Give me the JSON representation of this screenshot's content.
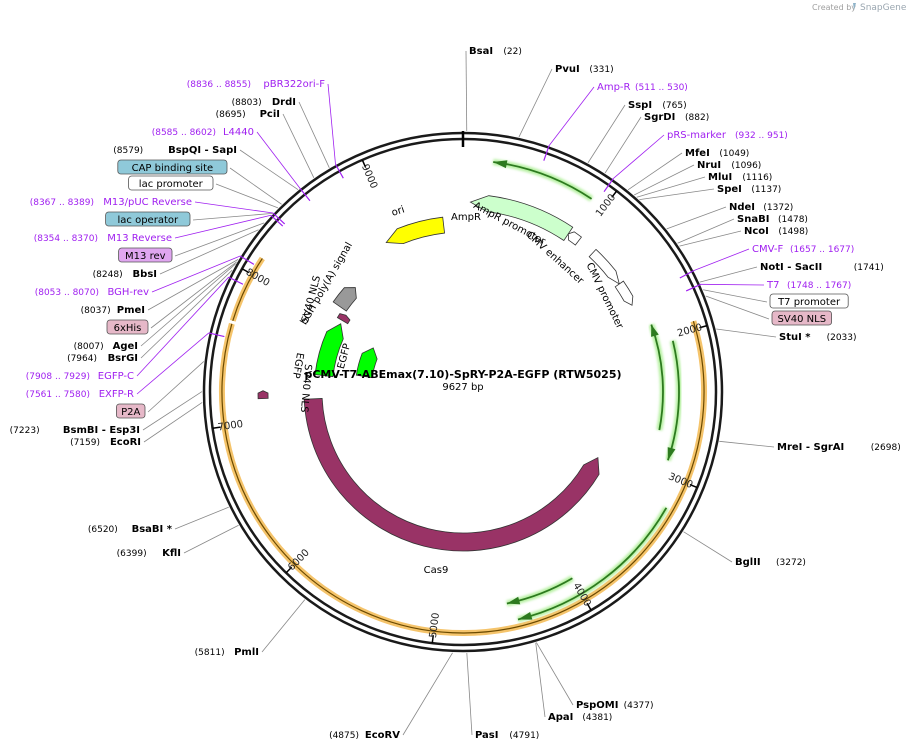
{
  "credit": {
    "text": "Created by",
    "brand": "SnapGene"
  },
  "plasmid": {
    "name": "pCMV-T7-ABEmax(7.10)-SpRY-P2A-EGFP (RTW5025)",
    "length_text": "9627 bp",
    "length": 9627
  },
  "ticks": [
    "1000",
    "2000",
    "3000",
    "4000",
    "5000",
    "6000",
    "7000",
    "8000",
    "9000"
  ],
  "features": [
    {
      "label": "ori",
      "color": "#ffff00"
    },
    {
      "label": "AmpR",
      "color": "#ccffcc"
    },
    {
      "label": "AmpR promoter",
      "color": "#ffffff"
    },
    {
      "label": "CMV enhancer",
      "color": "#ffffff"
    },
    {
      "label": "CMV promoter",
      "color": "#ffffff"
    },
    {
      "label": "Cas9",
      "color": "#993366"
    },
    {
      "label": "EGFP",
      "color": "#00ff00"
    },
    {
      "label": "EGFP",
      "color": "#00ff00"
    },
    {
      "label": "SV40 NLS",
      "color": "#993366"
    },
    {
      "label": "SV40 NLS",
      "color": "#993366"
    },
    {
      "label": "bGH poly(A) signal",
      "color": "#999999"
    }
  ],
  "labels": [
    {
      "kind": "site",
      "name": "BsaI",
      "pos": "(22)"
    },
    {
      "kind": "site",
      "name": "PvuI",
      "pos": "(331)"
    },
    {
      "kind": "primer",
      "name": "Amp-R",
      "pos": "(511 .. 530)"
    },
    {
      "kind": "site",
      "name": "SspI",
      "pos": "(765)"
    },
    {
      "kind": "site",
      "name": "SgrDI",
      "pos": "(882)"
    },
    {
      "kind": "primer",
      "name": "pRS-marker",
      "pos": "(932 .. 951)"
    },
    {
      "kind": "site",
      "name": "MfeI",
      "pos": "(1049)"
    },
    {
      "kind": "site",
      "name": "NruI",
      "pos": "(1096)"
    },
    {
      "kind": "site",
      "name": "MluI",
      "pos": "(1116)"
    },
    {
      "kind": "site",
      "name": "SpeI",
      "pos": "(1137)"
    },
    {
      "kind": "site",
      "name": "NdeI",
      "pos": "(1372)"
    },
    {
      "kind": "site",
      "name": "SnaBI",
      "pos": "(1478)"
    },
    {
      "kind": "site",
      "name": "NcoI",
      "pos": "(1498)"
    },
    {
      "kind": "primer",
      "name": "CMV-F",
      "pos": "(1657 .. 1677)"
    },
    {
      "kind": "site",
      "name": "NotI",
      "name2": "- SacII",
      "pos": "(1741)"
    },
    {
      "kind": "primer",
      "name": "T7",
      "pos": "(1748 .. 1767)"
    },
    {
      "kind": "box",
      "name": "T7 promoter",
      "fill": "#ffffff"
    },
    {
      "kind": "box",
      "name": "SV40 NLS",
      "fill": "#e6b8c8"
    },
    {
      "kind": "site",
      "name": "StuI *",
      "pos": "(2033)"
    },
    {
      "kind": "site",
      "name": "MreI",
      "name2": "- SgrAI",
      "pos": "(2698)"
    },
    {
      "kind": "site",
      "name": "BglII",
      "pos": "(3272)"
    },
    {
      "kind": "site",
      "name": "PspOMI",
      "pos": "(4377)"
    },
    {
      "kind": "site",
      "name": "ApaI",
      "pos": "(4381)"
    },
    {
      "kind": "site",
      "name": "PasI",
      "pos": "(4791)"
    },
    {
      "kind": "site",
      "name": "EcoRV",
      "pos": "(4875)"
    },
    {
      "kind": "site",
      "name": "PmlI",
      "pos": "(5811)"
    },
    {
      "kind": "site",
      "name": "KflI",
      "pos": "(6399)"
    },
    {
      "kind": "site",
      "name": "BsaBI *",
      "pos": "(6520)"
    },
    {
      "kind": "site",
      "name": "EcoRI",
      "pos": "(7159)"
    },
    {
      "kind": "site",
      "name": "BsmBI",
      "name2": "- Esp3I",
      "pos": "(7223)"
    },
    {
      "kind": "box",
      "name": "P2A",
      "fill": "#e6b8c8"
    },
    {
      "kind": "primer",
      "name": "EXFP-R",
      "pos": "(7561 .. 7580)"
    },
    {
      "kind": "primer",
      "name": "EGFP-C",
      "pos": "(7908 .. 7929)"
    },
    {
      "kind": "site",
      "name": "BsrGI",
      "pos": "(7964)"
    },
    {
      "kind": "site",
      "name": "AgeI",
      "pos": "(8007)"
    },
    {
      "kind": "box",
      "name": "6xHis",
      "fill": "#e6b8c8"
    },
    {
      "kind": "site",
      "name": "PmeI",
      "pos": "(8037)"
    },
    {
      "kind": "primer",
      "name": "BGH-rev",
      "pos": "(8053 .. 8070)"
    },
    {
      "kind": "site",
      "name": "BbsI",
      "pos": "(8248)"
    },
    {
      "kind": "box",
      "name": "M13 rev",
      "fill": "#e0a6f0"
    },
    {
      "kind": "primer",
      "name": "M13 Reverse",
      "pos": "(8354 .. 8370)"
    },
    {
      "kind": "box",
      "name": "lac operator",
      "fill": "#8fc9d9"
    },
    {
      "kind": "primer",
      "name": "M13/pUC Reverse",
      "pos": "(8367 .. 8389)"
    },
    {
      "kind": "box",
      "name": "lac promoter",
      "fill": "#ffffff"
    },
    {
      "kind": "box",
      "name": "CAP binding site",
      "fill": "#8fc9d9"
    },
    {
      "kind": "site",
      "name": "BspQI",
      "name2": "- SapI",
      "pos": "(8579)"
    },
    {
      "kind": "primer",
      "name": "L4440",
      "pos": "(8585 .. 8602)"
    },
    {
      "kind": "site",
      "name": "PciI",
      "pos": "(8695)"
    },
    {
      "kind": "site",
      "name": "DrdI",
      "pos": "(8803)"
    },
    {
      "kind": "primer",
      "name": "pBR322ori-F",
      "pos": "(8836 .. 8855)"
    }
  ]
}
